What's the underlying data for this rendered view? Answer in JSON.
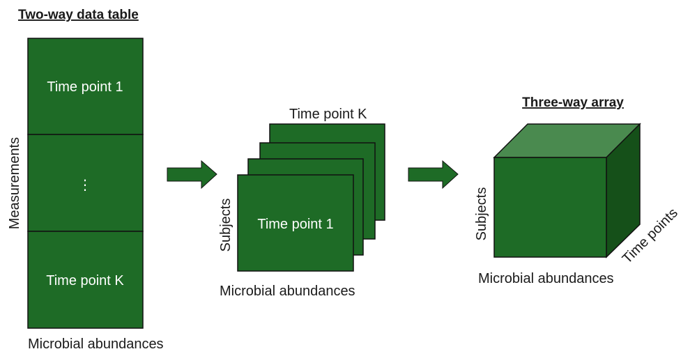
{
  "colors": {
    "fill": "#1e6b26",
    "fill_top": "#4a8a4f",
    "fill_side": "#155019",
    "stroke": "#111111",
    "arrow": "#1e6b26",
    "text_dark": "#1a1a1a",
    "text_light": "#ffffff"
  },
  "two_way": {
    "title": "Two-way data table",
    "blocks": [
      "Time point 1",
      "⋮",
      "Time point K"
    ],
    "y_label": "Measurements",
    "x_label": "Microbial abundances"
  },
  "stack": {
    "top_label": "Time point K",
    "front_label": "Time point 1",
    "y_label": "Subjects",
    "x_label": "Microbial abundances"
  },
  "cube": {
    "title": "Three-way array",
    "y_label": "Subjects",
    "x_label": "Microbial abundances",
    "z_label": "Time points"
  }
}
